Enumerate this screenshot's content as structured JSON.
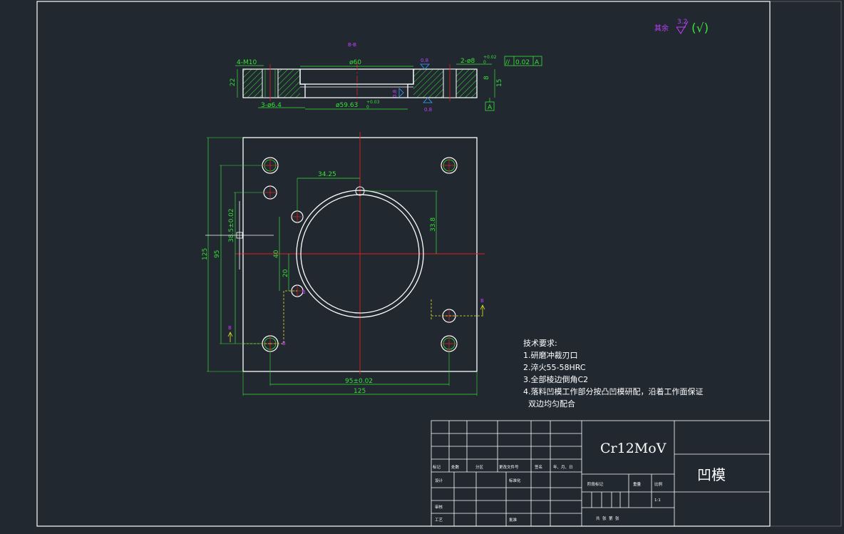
{
  "colors": {
    "background": "#212830",
    "frame": "#ffffff",
    "outline": "#ffffff",
    "dimension": "#39e039",
    "centerline": "#e02020",
    "hatch": "#39e039",
    "hidden": "#e6e62c",
    "annotation": "#c040ff",
    "tolerance_frame": "#39e039",
    "text_note": "#ffffff"
  },
  "surface_finish": {
    "label": "其余",
    "value": "3.2",
    "symbol": "(√)"
  },
  "section_view": {
    "label": "B-B",
    "dims": {
      "threads": "4-M10",
      "bore_top": "ø60",
      "bore_bottom": "ø59.63",
      "bore_tol_upper": "+0.03",
      "bore_tol_lower": "0",
      "holes_small": "3-ø6.4",
      "pin_holes": "2-ø8",
      "pin_tol": "+0.02",
      "pin_tol_lower": "0",
      "height_left": "22",
      "height_right_inner": "8",
      "height_right_outer": "15",
      "roughness_1": "0.8",
      "roughness_2": "0.8",
      "roughness_3": "0.8"
    },
    "tolerance_frame": {
      "symbol": "//",
      "value": "0.02",
      "datum": "A"
    },
    "datum_label": "A"
  },
  "plan_view": {
    "dims": {
      "offset_x": "34.25",
      "offset_y": "33.8",
      "hole_spacing_v": "38.5±0.02",
      "height_95": "95",
      "height_125": "125",
      "dim_40": "40",
      "dim_20": "20",
      "width_95": "95±0.02",
      "width_125": "125"
    },
    "section_markers": [
      "B",
      "B",
      "B",
      "B"
    ]
  },
  "technical_requirements": {
    "title": "技术要求:",
    "items": [
      "1.研磨冲裁刃口",
      "2.淬火55-58HRC",
      "3.全部棱边倒角C2",
      "4.落料凹模工作部分按凸凹模研配，沿着工作面保证",
      "  双边均匀配合"
    ]
  },
  "title_block": {
    "material": "Cr12MoV",
    "part_name": "凹模",
    "row_labels": [
      "标记",
      "处数",
      "分区",
      "更改文件号",
      "签名",
      "年、月、日"
    ],
    "design": "设计",
    "standardize": "标准化",
    "review": "审核",
    "process": "工艺",
    "approve": "批准",
    "stage_mark": "阶段标记",
    "weight": "重量",
    "scale": "比例",
    "scale_value": "1:1",
    "sheet_info": "共  张  第  张"
  }
}
